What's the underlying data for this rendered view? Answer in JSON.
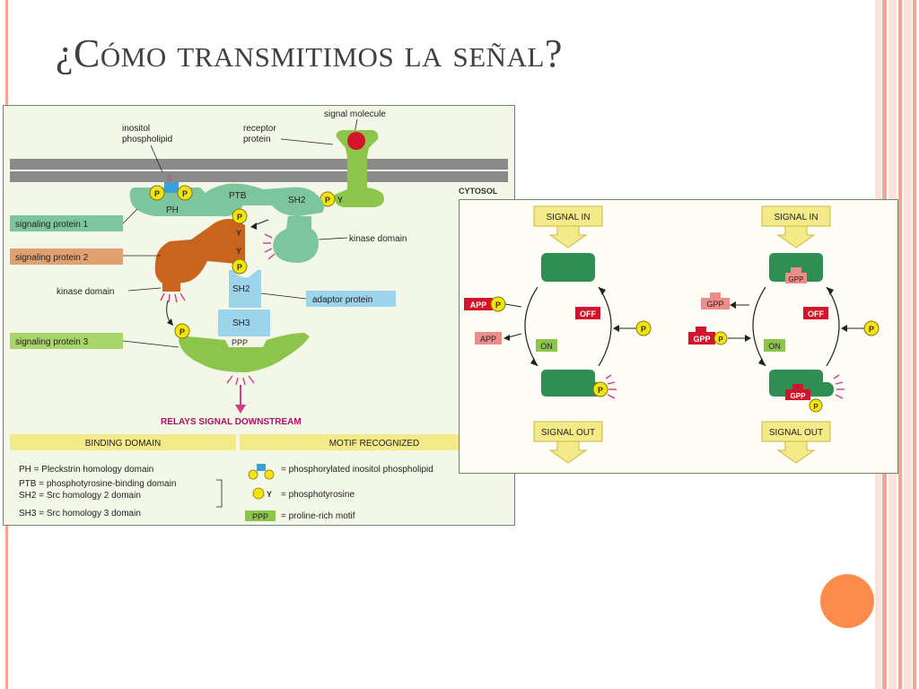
{
  "slide": {
    "title": "¿Cómo transmitimos la señal?"
  },
  "colors": {
    "stripe_light": "#fde2dc",
    "stripe_dark": "#f4a394",
    "accent_circle": "#fb8c4b",
    "protein_green": "#7dc59d",
    "adaptor_blue": "#9cd4ec",
    "kinase_orange": "#c8641e",
    "receptor_green": "#8dc44b",
    "phosphate_yellow": "#f4e313",
    "signal_red": "#d4142a",
    "membrane_gray": "#8a8a8a",
    "switch_green": "#2f8f52",
    "arrow_yellow": "#f5ea8a",
    "label_red": "#d4142a",
    "label_pink": "#ee8c8a"
  },
  "left_figure": {
    "top_labels": {
      "signal_molecule": "signal molecule",
      "receptor_protein_1": "receptor",
      "receptor_protein_2": "protein",
      "inositol_1": "inositol",
      "inositol_2": "phospholipid",
      "cytosol": "CYTOSOL"
    },
    "domains": {
      "ph": "PH",
      "ptb": "PTB",
      "sh2_top": "SH2",
      "sh2_mid": "SH2",
      "sh3": "SH3",
      "ppp": "PPP",
      "p": "P",
      "y": "Y",
      "e": "E"
    },
    "callouts": {
      "signaling_protein_1": "signaling protein 1",
      "signaling_protein_2": "signaling protein 2",
      "signaling_protein_3": "signaling protein 3",
      "kinase_domain_left": "kinase domain",
      "kinase_domain_right": "kinase domain",
      "adaptor_protein": "adaptor protein",
      "relays": "RELAYS SIGNAL DOWNSTREAM"
    },
    "legend": {
      "binding_header": "BINDING DOMAIN",
      "motif_header": "MOTIF RECOGNIZED",
      "binding_items": [
        "PH = Pleckstrin homology domain",
        "PTB = phosphotyrosine-binding domain",
        "SH2 = Src homology 2 domain",
        "SH3 = Src homology 3 domain"
      ],
      "motif_items": [
        "= phosphorylated inositol phospholipid",
        "= phosphotyrosine",
        "= proline-rich motif"
      ],
      "motif_symbol_y": "Y",
      "motif_symbol_ppp": "PPP"
    }
  },
  "right_figure": {
    "left_cycle": {
      "signal_in": "SIGNAL IN",
      "signal_out": "SIGNAL OUT",
      "off": "OFF",
      "on": "ON",
      "app": "APP",
      "app_plain": "APP",
      "p": "P"
    },
    "right_cycle": {
      "signal_in": "SIGNAL IN",
      "signal_out": "SIGNAL OUT",
      "off": "OFF",
      "on": "ON",
      "gpp_top": "GPP",
      "gpp_released": "GPP",
      "gpp_incoming": "GPP",
      "gpp_bound": "GPP",
      "p": "P"
    }
  }
}
